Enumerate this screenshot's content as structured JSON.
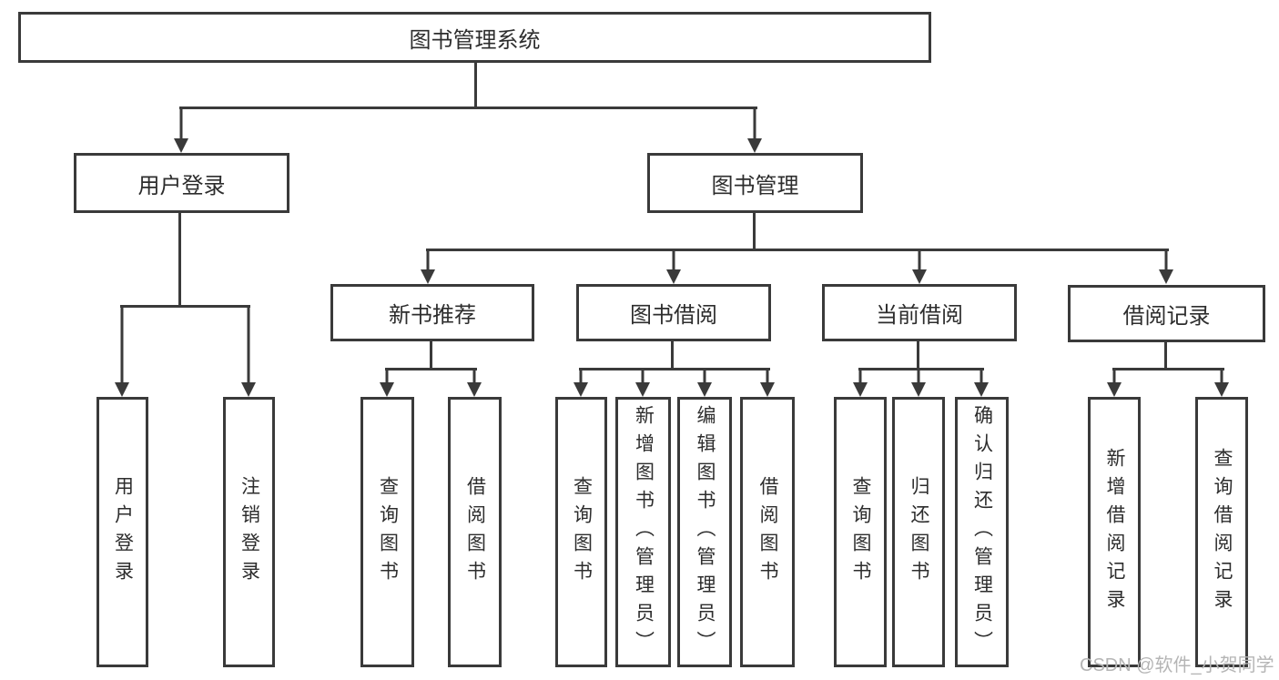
{
  "tree": {
    "label": "图书管理系统",
    "children": [
      {
        "label": "用户登录",
        "children": [
          {
            "label": "用户登录"
          },
          {
            "label": "注销登录"
          }
        ]
      },
      {
        "label": "图书管理",
        "children": [
          {
            "label": "新书推荐",
            "children": [
              {
                "label": "查询图书"
              },
              {
                "label": "借阅图书"
              }
            ]
          },
          {
            "label": "图书借阅",
            "children": [
              {
                "label": "查询图书"
              },
              {
                "label": "新增图书（管理员）"
              },
              {
                "label": "编辑图书（管理员）"
              },
              {
                "label": "借阅图书"
              }
            ]
          },
          {
            "label": "当前借阅",
            "children": [
              {
                "label": "查询图书"
              },
              {
                "label": "归还图书"
              },
              {
                "label": "确认归还（管理员）"
              }
            ]
          },
          {
            "label": "借阅记录",
            "children": [
              {
                "label": "新增借阅记录"
              },
              {
                "label": "查询借阅记录"
              }
            ]
          }
        ]
      }
    ]
  },
  "watermark": {
    "text": "CSDN @软件_小贺同学"
  },
  "colors": {
    "line": "#3a3a3a",
    "text": "#2d2d2d",
    "watermark": "#b5b5b5",
    "background": "#ffffff"
  }
}
